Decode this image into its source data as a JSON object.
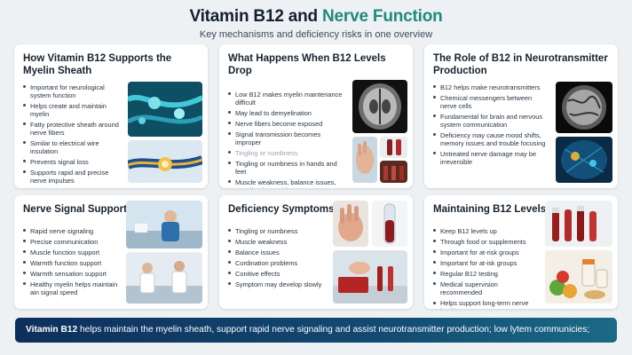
{
  "header": {
    "title_main": "Vitamin B12 and ",
    "title_accent": "Nerve Function",
    "subtitle": "Key mechanisms and deficiency risks in one overview"
  },
  "cards": {
    "supports": {
      "title": "How Vitamin B12 Supports the Myelin Sheath",
      "items": [
        "Important for neurological system function",
        "Helps create and maintain myelin",
        "Fatty protective sheath around nerve fibers",
        "Similar to electrical wire insulation",
        "Prevents signal loss",
        "Supports rapid and precise nerve impulses"
      ]
    },
    "drop": {
      "title": "What Happens When B12 Levels Drop",
      "items": [
        "Low B12 makes myelin maintenance difficult",
        "May lead to demyelination",
        "Nerve fibers become exposed",
        "Signal transmission becomes improper",
        "Tingling or numbness",
        "Tingling or numbness in hands and feet",
        "Muscle weakness, balance issues, coordination problems"
      ]
    },
    "neuro": {
      "title": "The Role of B12 in Neurotransmitter Production",
      "items": [
        "B12 helps make neurotransmitters",
        "Chemical messengers between nerve cells",
        "Fundamental for brain and nervous system communication",
        "Deficiency may cause mood shifts, memory issues and trouble focusing",
        "Untreated nerve damage may be irreversible"
      ]
    },
    "signal": {
      "title": "Nerve Signal Support",
      "items": [
        "Rapid nerve signaling",
        "Precise communication",
        "Muscle function support",
        "Warmth function support",
        "Warmth sensation support",
        "Healthy myelin helps maintain ain signal speed"
      ]
    },
    "symptoms": {
      "title": "Deficiency Symptoms",
      "items": [
        "Tingling or numbness",
        "Muscle weakness",
        "Balance issues",
        "Cordination problems",
        "Conitive effects",
        "Symptom may develop slowly"
      ]
    },
    "maintain": {
      "title": "Maintaining B12 Levels",
      "items": [
        "Keep B12 levels up",
        "Through food or supplements",
        "Important for at-risk groups",
        "Important for at-isk groups",
        "Regular B12 testing",
        "Medical supervision recommended",
        "Helps support long-term nerve health"
      ]
    }
  },
  "banner": {
    "lead": "Vitamin B12",
    "text": " helps maintain the myelin sheath, support rapid nerve signaling and assist neurotransmitter production; low lytem communicies;"
  },
  "colors": {
    "accent": "#1f8a7a",
    "banner_start": "#0e2f5c",
    "banner_end": "#1a6a86"
  }
}
